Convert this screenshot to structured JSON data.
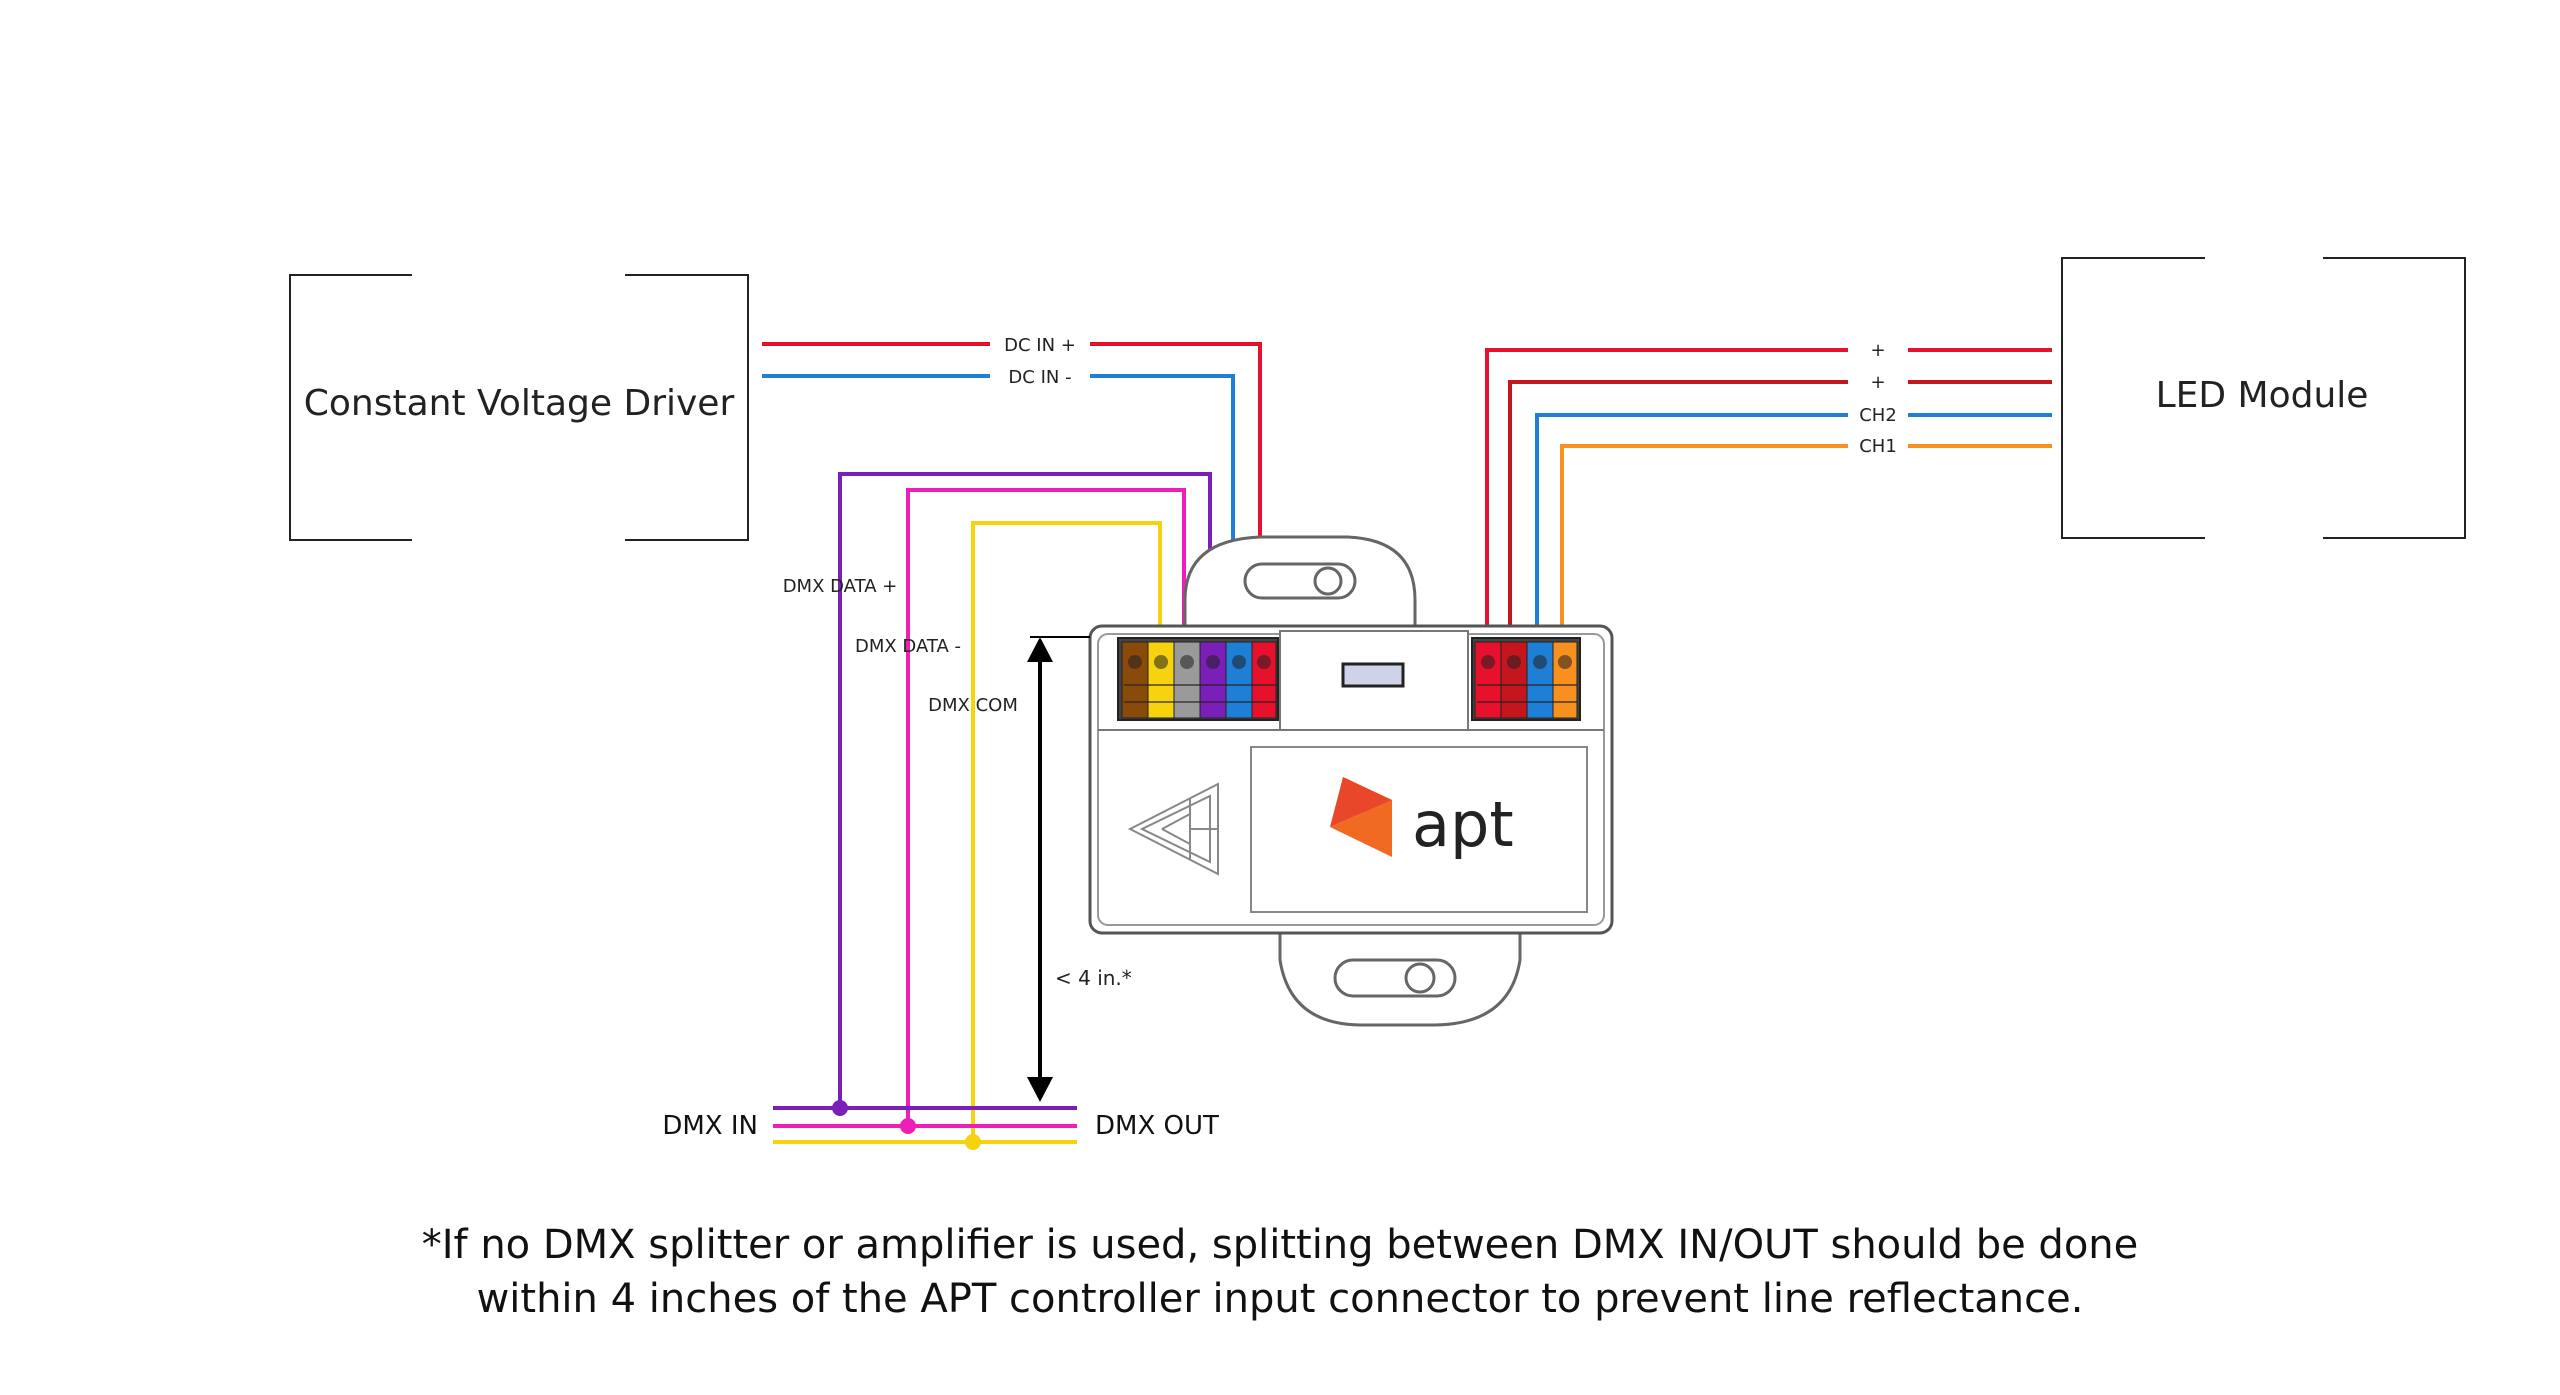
{
  "driver": {
    "label": "Constant Voltage Driver"
  },
  "led_module": {
    "label": "LED Module"
  },
  "wires": {
    "dc_in_plus": "DC IN +",
    "dc_in_minus": "DC IN -",
    "dmx_data_plus": "DMX DATA +",
    "dmx_data_minus": "DMX DATA -",
    "dmx_com": "DMX COM",
    "out_plus_1": "+",
    "out_plus_2": "+",
    "ch2": "CH2",
    "ch1": "CH1"
  },
  "controller": {
    "brand": "apt"
  },
  "dimension": {
    "label": "< 4 in.*"
  },
  "bus": {
    "in_label": "DMX IN",
    "out_label": "DMX OUT"
  },
  "note": {
    "line1": "*If no DMX splitter or amplifier is used, splitting between DMX IN/OUT should be done",
    "line2": "within 4 inches of the APT controller input connector to prevent line reflectance."
  },
  "colors": {
    "red": "#e8112d",
    "dark_red": "#c4161c",
    "blue": "#1f7fd6",
    "purple": "#7b1fb8",
    "magenta": "#ee1fb8",
    "yellow": "#f6d20f",
    "orange": "#f7901e",
    "brand_orange": "#f06a22"
  }
}
